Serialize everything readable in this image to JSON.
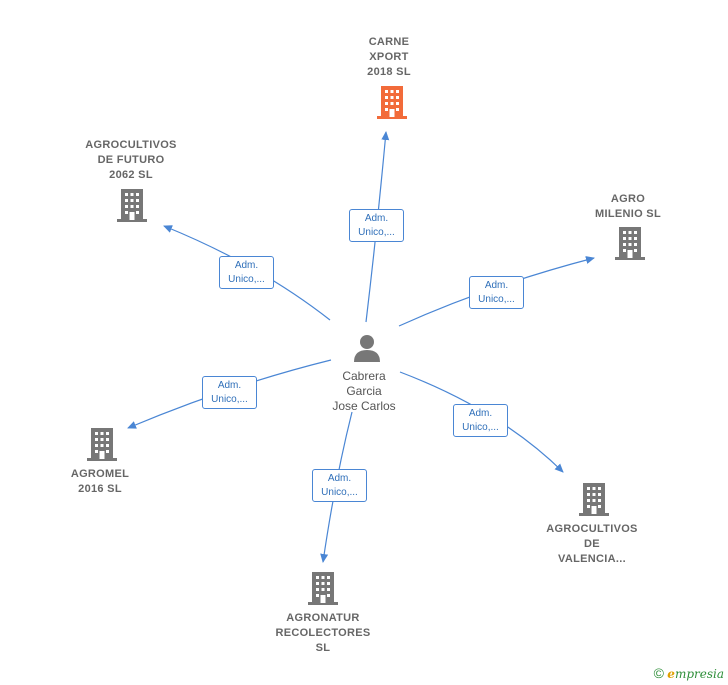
{
  "center": {
    "label": "Cabrera\nGarcia\nJose Carlos",
    "icon": "person-icon"
  },
  "colors": {
    "edge": "#4a86d4",
    "building": "#777777",
    "highlight": "#f26b3a"
  },
  "companies": [
    {
      "id": "carne-xport",
      "label": "CARNE\nXPORT\n2018  SL",
      "highlight": true,
      "relation": "Adm.\nUnico,..."
    },
    {
      "id": "agrocultivos-futuro",
      "label": "AGROCULTIVOS\nDE FUTURO\n2062  SL",
      "highlight": false,
      "relation": "Adm.\nUnico,..."
    },
    {
      "id": "agro-milenio",
      "label": "AGRO\nMILENIO  SL",
      "highlight": false,
      "relation": "Adm.\nUnico,..."
    },
    {
      "id": "agromel",
      "label": "AGROMEL\n2016  SL",
      "highlight": false,
      "relation": "Adm.\nUnico,..."
    },
    {
      "id": "agrocultivos-valencia",
      "label": "AGROCULTIVOS\nDE\nVALENCIA...",
      "highlight": false,
      "relation": "Adm.\nUnico,..."
    },
    {
      "id": "agronatur",
      "label": "AGRONATUR\nRECOLECTORES\nSL",
      "highlight": false,
      "relation": "Adm.\nUnico,..."
    }
  ],
  "footer": {
    "symbol": "©",
    "brand_initial": "e",
    "brand_rest": "mpresia"
  }
}
